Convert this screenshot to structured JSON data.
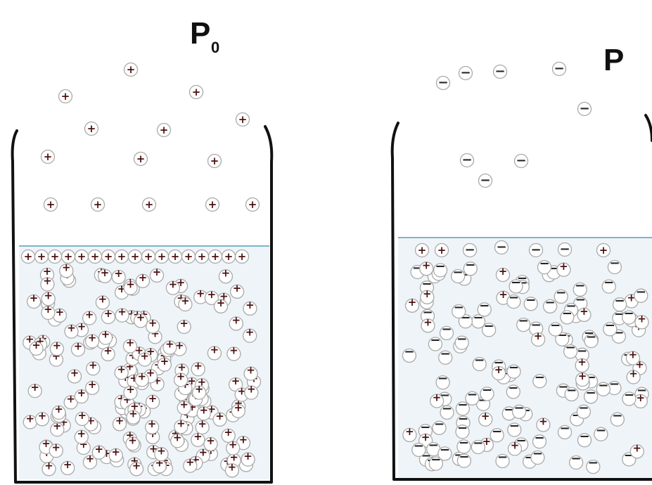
{
  "left_panel": {
    "label_main": "P",
    "label_subscript": "0",
    "ion_symbol": "+"
  },
  "right_panel": {
    "label_main": "P",
    "solute_symbol": "−",
    "solvent_symbol": "+"
  },
  "colors": {
    "wall": "#111111",
    "liquid": "#eef4f8",
    "surface_line": "#7fb3cc",
    "ion_ring": "#aaaaaa"
  }
}
